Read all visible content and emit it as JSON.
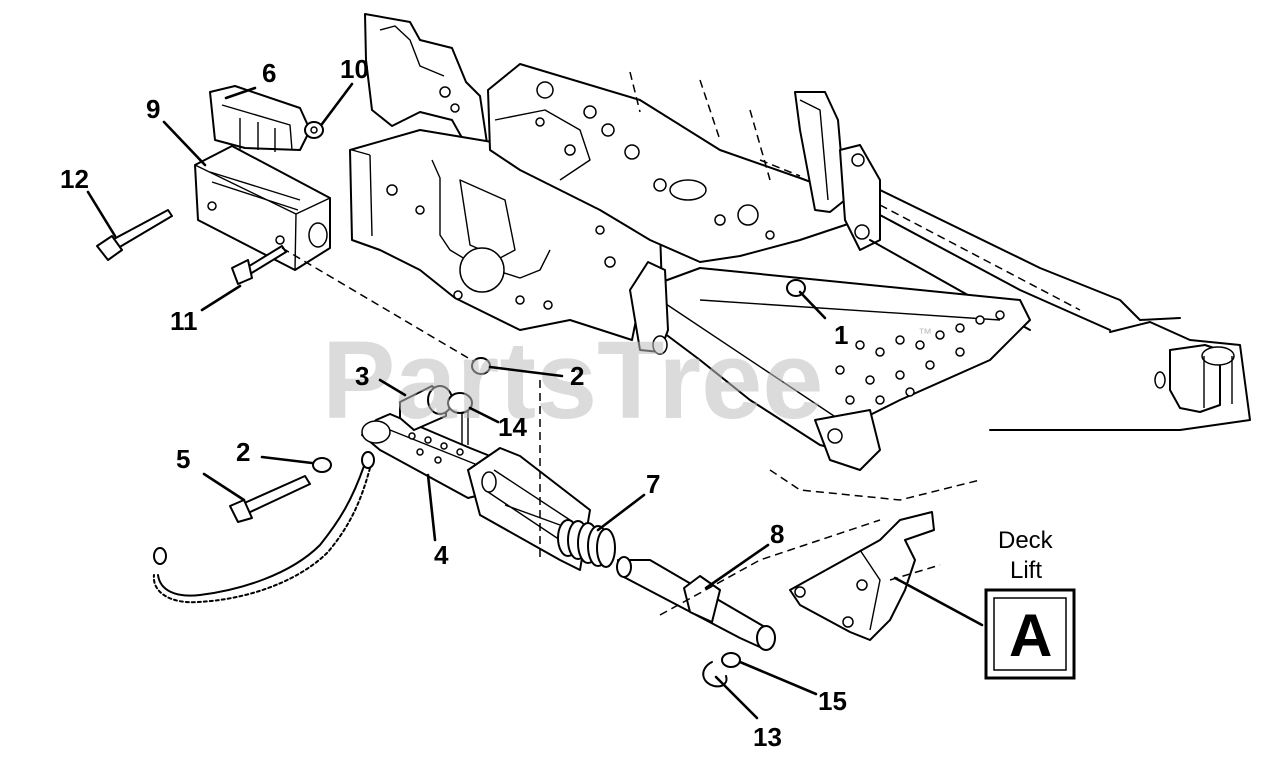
{
  "watermark": {
    "text": "PartsTree",
    "trademark": "™"
  },
  "callouts": {
    "c1": "1",
    "c2a": "2",
    "c2b": "2",
    "c3": "3",
    "c4": "4",
    "c5": "5",
    "c6": "6",
    "c7": "7",
    "c8": "8",
    "c9": "9",
    "c10": "10",
    "c11": "11",
    "c12": "12",
    "c13": "13",
    "c14": "14",
    "c15": "15"
  },
  "reference_box": {
    "line1": "Deck",
    "line2": "Lift",
    "letter": "A"
  }
}
